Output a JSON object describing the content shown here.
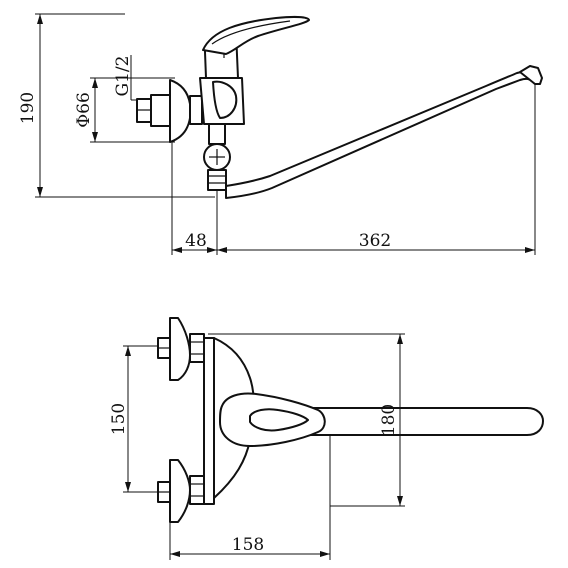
{
  "top_view": {
    "dims": {
      "height": "190",
      "outlet_diameter": "Φ66",
      "thread": "G1/2",
      "offset": "48",
      "spout_reach": "362"
    }
  },
  "front_view": {
    "dims": {
      "inlet_spacing": "150",
      "body_height": "180",
      "depth": "158"
    }
  }
}
